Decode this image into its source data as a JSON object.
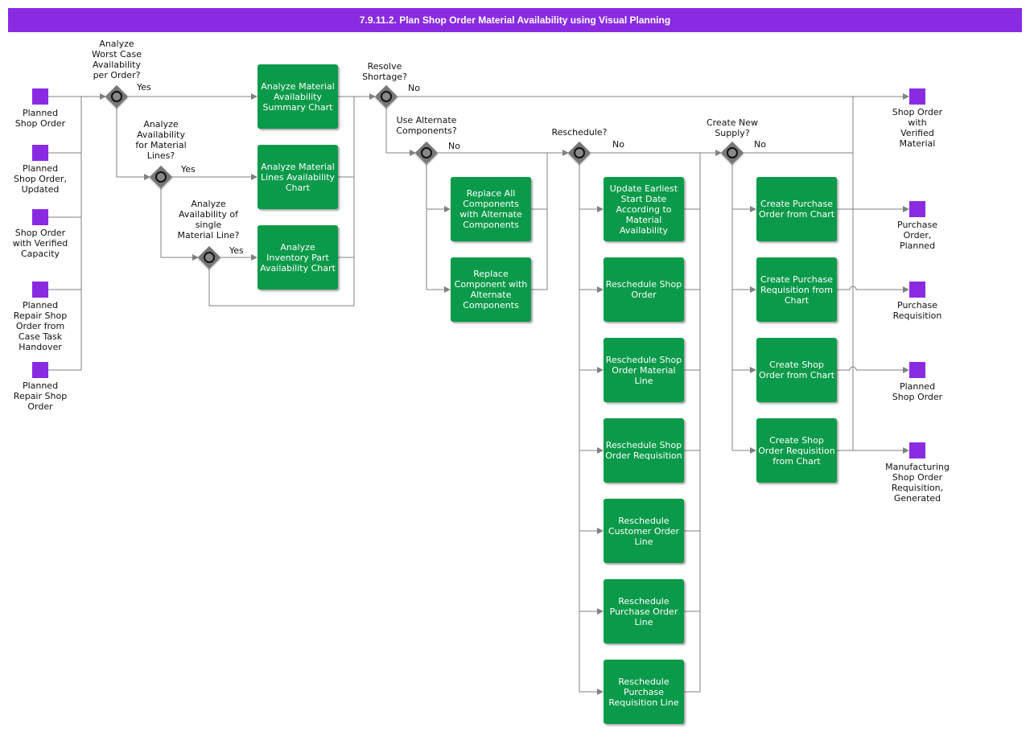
{
  "title": "7.9.11.2. Plan Shop Order Material Availability using Visual Planning",
  "start_events": [
    {
      "id": "e1",
      "label": "Planned\nShop Order"
    },
    {
      "id": "e2",
      "label": "Planned\nShop Order,\nUpdated"
    },
    {
      "id": "e3",
      "label": "Shop Order\nwith Verified\nCapacity"
    },
    {
      "id": "e4",
      "label": "Planned\nRepair Shop\nOrder from\nCase Task\nHandover"
    },
    {
      "id": "e5",
      "label": "Planned\nRepair Shop\nOrder"
    }
  ],
  "end_events": [
    {
      "id": "x1",
      "label": "Shop Order\nwith\nVerified\nMaterial"
    },
    {
      "id": "x2",
      "label": "Purchase\nOrder,\nPlanned"
    },
    {
      "id": "x3",
      "label": "Purchase\nRequisition"
    },
    {
      "id": "x4",
      "label": "Planned\nShop Order"
    },
    {
      "id": "x5",
      "label": "Manufacturing\nShop Order\nRequisition,\nGenerated"
    }
  ],
  "gateways": [
    {
      "id": "g1",
      "label": "Analyze\nWorst Case\nAvailability\nper Order?"
    },
    {
      "id": "g2",
      "label": "Analyze\nAvailability\nfor Material\nLines?"
    },
    {
      "id": "g3",
      "label": "Analyze\nAvailability of\nsingle\nMaterial Line?"
    },
    {
      "id": "g4",
      "label": "Resolve\nShortage?"
    },
    {
      "id": "g5",
      "label": "Use Alternate\nComponents?"
    },
    {
      "id": "g6",
      "label": "Reschedule?"
    },
    {
      "id": "g7",
      "label": "Create New\nSupply?"
    }
  ],
  "tasks": [
    {
      "id": "t1",
      "label": "Analyze Material Availability Summary Chart"
    },
    {
      "id": "t2",
      "label": "Analyze Material Lines Availability Chart"
    },
    {
      "id": "t3",
      "label": "Analyze Inventory Part Availability Chart"
    },
    {
      "id": "t4",
      "label": "Replace All Components with Alternate Components"
    },
    {
      "id": "t5",
      "label": "Replace Component with Alternate Components"
    },
    {
      "id": "t6",
      "label": "Update Earliest Start Date According to Material Availability"
    },
    {
      "id": "t7",
      "label": "Reschedule Shop Order"
    },
    {
      "id": "t8",
      "label": "Reschedule Shop Order Material Line"
    },
    {
      "id": "t9",
      "label": "Reschedule Shop Order Requisition"
    },
    {
      "id": "t10",
      "label": "Reschedule Customer Order Line"
    },
    {
      "id": "t11",
      "label": "Reschedule Purchase Order Line"
    },
    {
      "id": "t12",
      "label": "Reschedule Purchase Requisition Line"
    },
    {
      "id": "t13",
      "label": "Create Purchase Order from Chart"
    },
    {
      "id": "t14",
      "label": "Create Purchase Requisition from Chart"
    },
    {
      "id": "t15",
      "label": "Create Shop Order from Chart"
    },
    {
      "id": "t16",
      "label": "Create Shop Order Requisition from Chart"
    }
  ],
  "flow_labels": {
    "yes": "Yes",
    "no": "No"
  },
  "colors": {
    "accent": "#8a2be2",
    "task": "#0a9a4a",
    "gateway": "#777777",
    "line": "#808080"
  }
}
